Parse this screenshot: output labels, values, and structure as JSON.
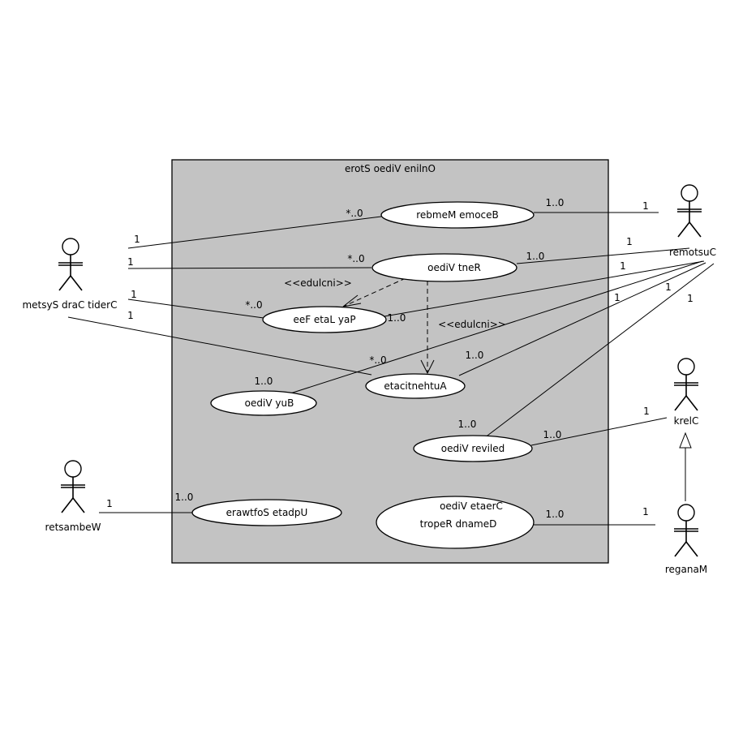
{
  "system": {
    "label": "erotS oediV enilnO"
  },
  "actors": {
    "customer": "remotsuC",
    "credit_card_system": "metsyS draC tiderC",
    "clerk": "krelC",
    "manager": "reganaM",
    "webmaster": "retsambeW"
  },
  "use_cases": {
    "become_member": "rebmeM emoceB",
    "rent_video": "oediV tneR",
    "pay_late_fee": "eeF etaL yaP",
    "authenticate": "etacitnehtuA",
    "buy_video": "oediV yuB",
    "deliver_video": "oediV reviled",
    "update_software": "erawtfoS etadpU",
    "create_report_line1": "oediV etaerC",
    "create_report_line2": "tropeR dnameD"
  },
  "stereotypes": {
    "include_1": "<<edulcni>>",
    "include_2": "<<edulcni>>"
  },
  "multiplicities": {
    "bm_cust_uc": "1..0",
    "bm_cust_actor": "1",
    "bm_ccs_uc": "*..0",
    "bm_ccs_actor": "1",
    "rv_ccs_uc": "*..0",
    "rv_ccs_actor": "1",
    "rv_cust_uc": "1..0",
    "rv_cust_actor": "1",
    "plf_ccs_uc": "*..0",
    "plf_ccs_actor": "1",
    "plf_cust_uc": "1..0",
    "plf_cust_actor": "1",
    "auth_ccs_uc": "*..0",
    "auth_ccs_actor": "1",
    "auth_cust_uc": "1..0",
    "auth_cust_actor": "1",
    "bv_cust_uc": "1..0",
    "bv_cust_actor": "1",
    "dv_cust_uc": "1..0",
    "dv_cust_actor": "1",
    "dv_clerk_uc": "1..0",
    "dv_clerk_actor": "1",
    "us_web_uc": "1..0",
    "us_web_actor": "1",
    "cr_mgr_uc": "1..0",
    "cr_mgr_actor": "1"
  }
}
